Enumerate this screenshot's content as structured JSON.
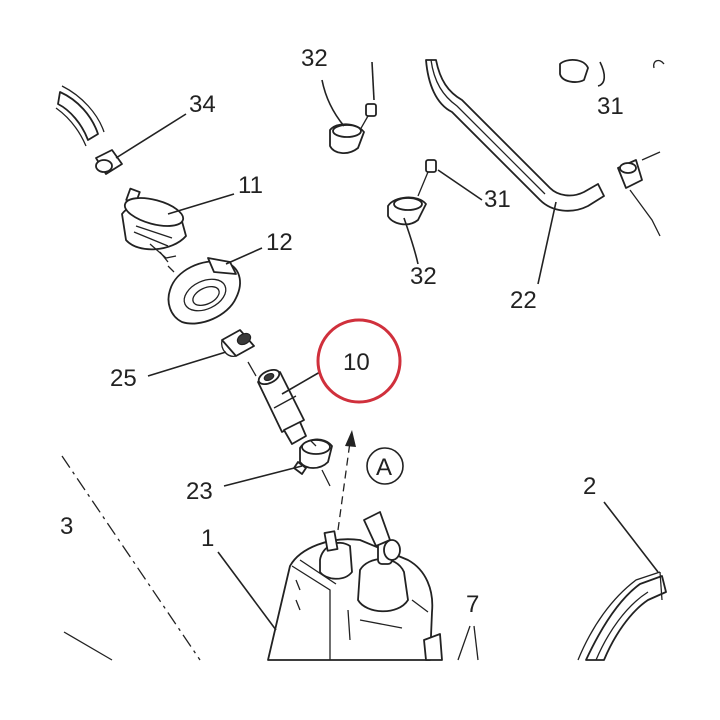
{
  "diagram": {
    "callouts": {
      "c32_top": "32",
      "c31_top": "31",
      "c34": "34",
      "c11": "11",
      "c31_mid": "31",
      "c12": "12",
      "c32_mid": "32",
      "c22": "22",
      "c10": "10",
      "c25": "25",
      "cA": "A",
      "c23": "23",
      "c2": "2",
      "c3": "3",
      "c1": "1",
      "c7": "7"
    },
    "highlight_color": "#d0303c",
    "line_color": "#222222"
  }
}
